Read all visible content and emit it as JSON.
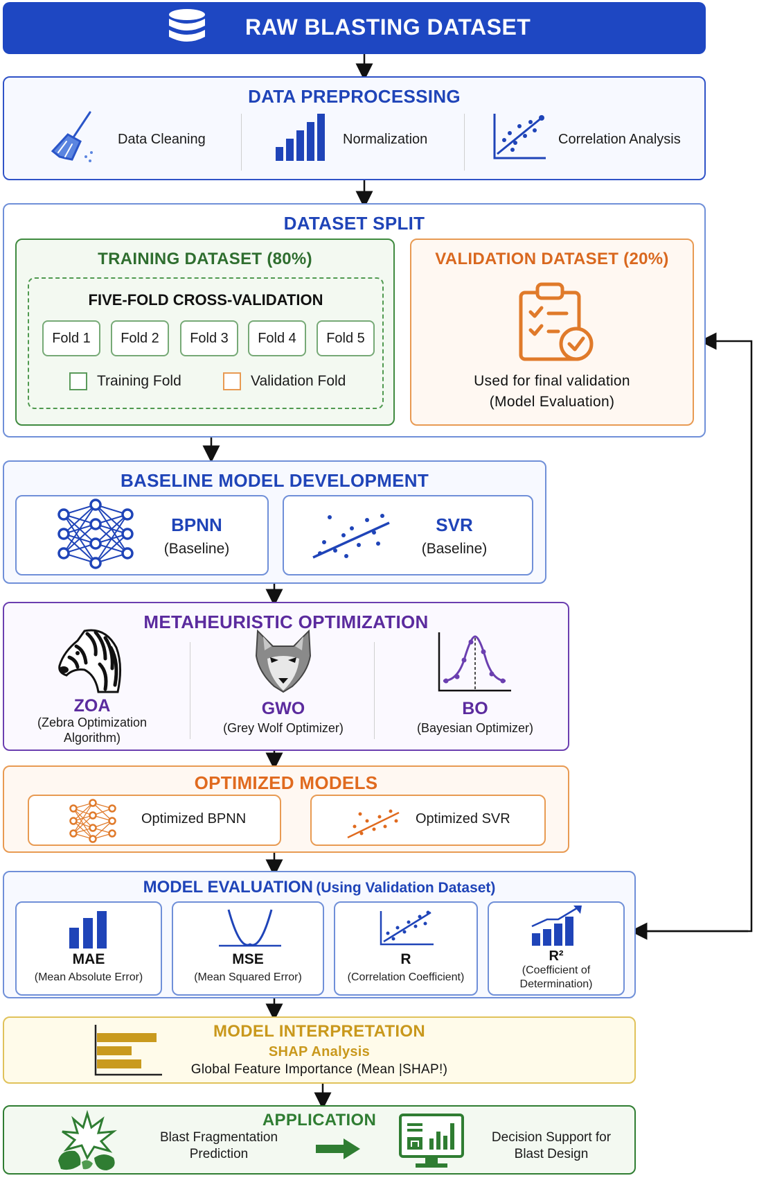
{
  "header": {
    "title": "RAW BLASTING DATASET"
  },
  "preprocessing": {
    "title": "DATA PREPROCESSING",
    "items": [
      "Data Cleaning",
      "Normalization",
      "Correlation Analysis"
    ]
  },
  "split": {
    "title": "DATASET SPLIT",
    "training": {
      "title": "TRAINING DATASET (80%)",
      "cv_title": "FIVE-FOLD CROSS-VALIDATION",
      "folds": [
        "Fold 1",
        "Fold 2",
        "Fold 3",
        "Fold 4",
        "Fold 5"
      ],
      "legend_training": "Training Fold",
      "legend_validation": "Validation Fold"
    },
    "validation": {
      "title": "VALIDATION DATASET (20%)",
      "line1": "Used for final validation",
      "line2": "(Model Evaluation)"
    }
  },
  "baseline": {
    "title": "BASELINE MODEL DEVELOPMENT",
    "models": [
      {
        "name": "BPNN",
        "sub": "(Baseline)"
      },
      {
        "name": "SVR",
        "sub": "(Baseline)"
      }
    ]
  },
  "metaheuristic": {
    "title": "METAHEURISTIC OPTIMIZATION",
    "algorithms": [
      {
        "name": "ZOA",
        "line1": "(Zebra Optimization",
        "line2": "Algorithm)"
      },
      {
        "name": "GWO",
        "line1": "(Grey Wolf Optimizer)",
        "line2": ""
      },
      {
        "name": "BO",
        "line1": "(Bayesian Optimizer)",
        "line2": ""
      }
    ]
  },
  "optimized": {
    "title": "OPTIMIZED MODELS",
    "models": [
      "Optimized BPNN",
      "Optimized SVR"
    ]
  },
  "evaluation": {
    "title": "MODEL EVALUATION",
    "subtitle": "(Using Validation Dataset)",
    "metrics": [
      {
        "name": "MAE",
        "line1": "(Mean Absolute Error)",
        "line2": ""
      },
      {
        "name": "MSE",
        "line1": "(Mean Squared Error)",
        "line2": ""
      },
      {
        "name": "R",
        "line1": "(Correlation Coefficient)",
        "line2": ""
      },
      {
        "name": "R²",
        "line1": "(Coefficient of",
        "line2": "Determination)"
      }
    ]
  },
  "interpretation": {
    "title": "MODEL INTERPRETATION",
    "subtitle": "SHAP Analysis",
    "detail": "Global Feature Importance (Mean |SHAP!)"
  },
  "application": {
    "title": "APPLICATION",
    "item1_line1": "Blast Fragmentation",
    "item1_line2": "Prediction",
    "item2_line1": "Decision Support for",
    "item2_line2": "Blast Design"
  },
  "colors": {
    "blue": "#1f44b8",
    "green": "#2f7d32",
    "orange": "#e0742a",
    "purple": "#5b2b9e",
    "gold": "#c9a227"
  }
}
